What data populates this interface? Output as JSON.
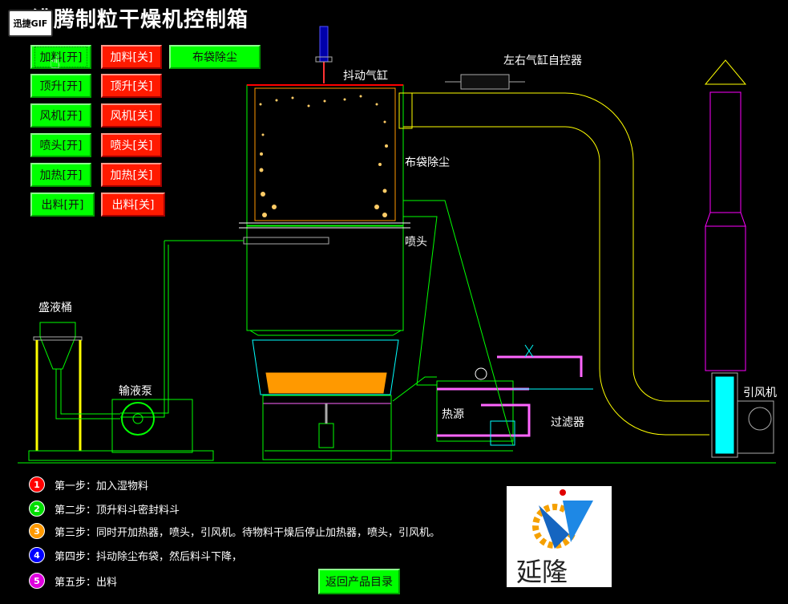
{
  "title": "沸腾制粒干燥机控制箱",
  "top_tag": "迅捷GIF",
  "buttons": {
    "feed_on": "加料[开]",
    "feed_off": "加料[关]",
    "lift_on": "顶升[开]",
    "lift_off": "顶升[关]",
    "fan_on": "风机[开]",
    "fan_off": "风机[关]",
    "nozzle_on": "喷头[开]",
    "nozzle_off": "喷头[关]",
    "heat_on": "加热[开]",
    "heat_off": "加热[关]",
    "discharge_on": "出料[开]",
    "discharge_off": "出料[关]",
    "bag_dust": "布袋除尘"
  },
  "labels": {
    "shake_cylinder": "抖动气缸",
    "cylinder_controller": "左右气缸自控器",
    "bag_filter": "布袋除尘",
    "nozzle": "喷头",
    "liquid_bucket": "盛液桶",
    "pump": "输液泵",
    "heat_source": "热源",
    "filter": "过滤器",
    "induced_fan": "引风机"
  },
  "steps": [
    {
      "num": "1",
      "color": "#ff0000",
      "text": "第一步：加入湿物料"
    },
    {
      "num": "2",
      "color": "#00dd00",
      "text": "第二步：顶升料斗密封料斗"
    },
    {
      "num": "3",
      "color": "#ff9900",
      "text": "第三步：同时开加热器，喷头，引风机。待物料干燥后停止加热器，喷头，引风机。"
    },
    {
      "num": "4",
      "color": "#0000ff",
      "text": "第四步：抖动除尘布袋，然后料斗下降，"
    },
    {
      "num": "5",
      "color": "#dd00dd",
      "text": "第五步：出料"
    }
  ],
  "back_button": "返回产品目录",
  "logo_text": "延隆",
  "colors": {
    "on": "#00ff00",
    "off": "#ff1a00",
    "pipe": "#ffff00",
    "frame": "#00ff00"
  }
}
